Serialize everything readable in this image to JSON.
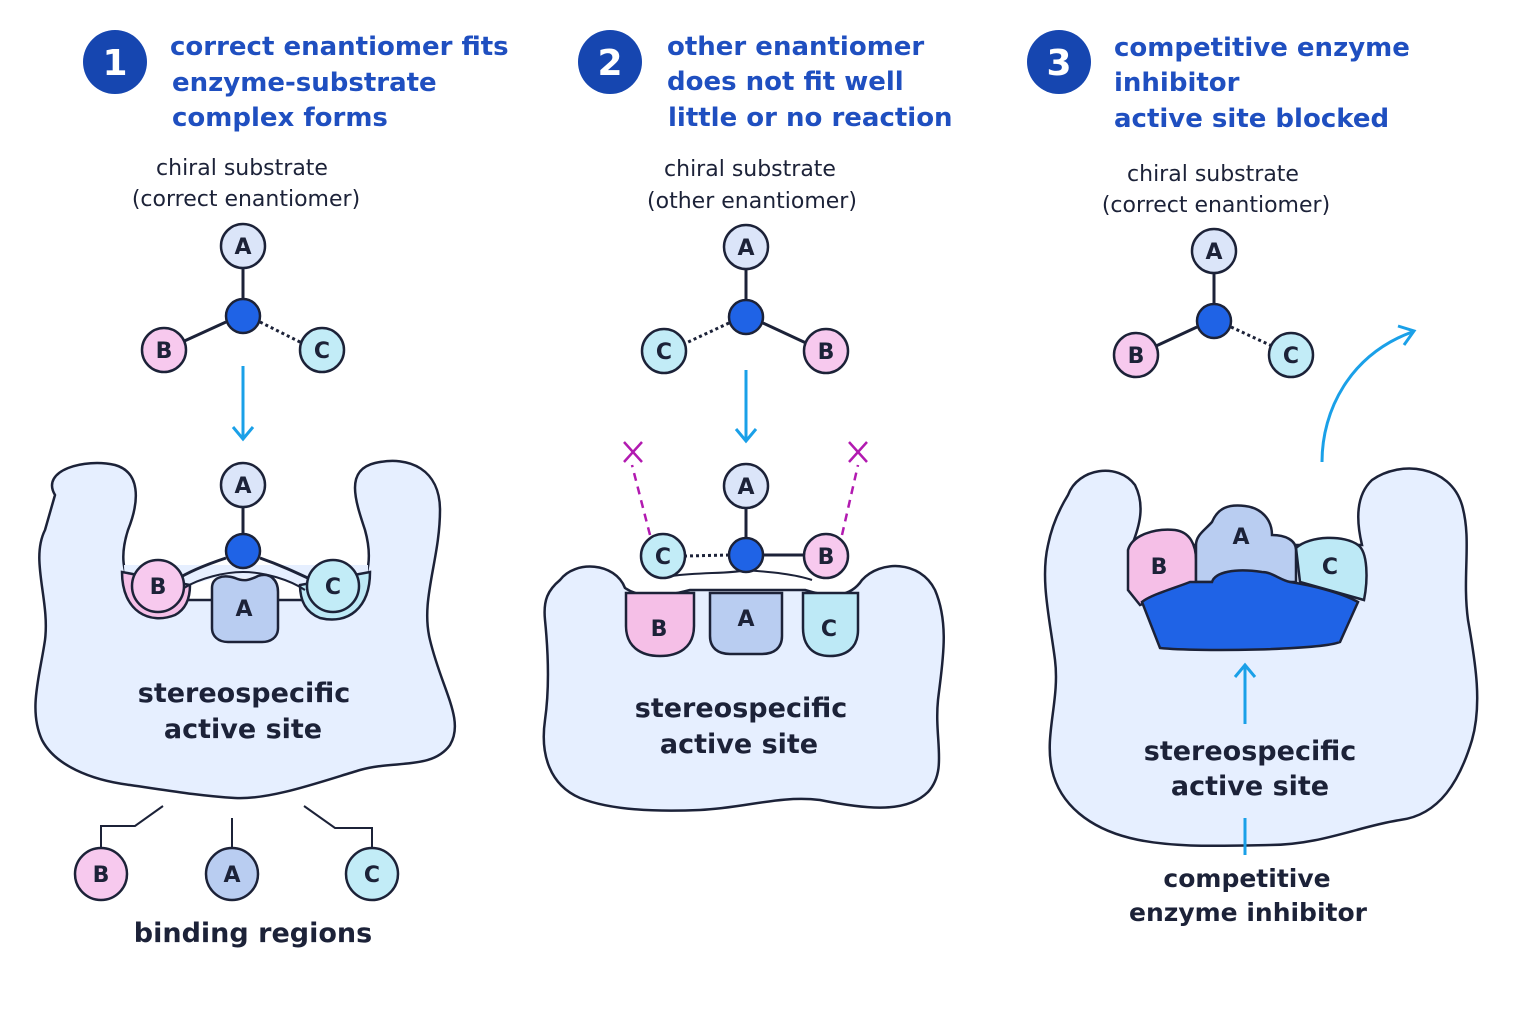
{
  "panels": [
    {
      "number": "1",
      "caption": [
        "correct enantiomer fits",
        "enzyme-substrate",
        "complex forms"
      ],
      "substrate_label": [
        "chiral substrate",
        "(correct enantiomer)"
      ],
      "site_label": [
        "stereospecific",
        "active site"
      ]
    },
    {
      "number": "2",
      "caption": [
        "other enantiomer",
        "does not fit well",
        "little or no reaction"
      ],
      "substrate_label": [
        "chiral substrate",
        "(other enantiomer)"
      ],
      "site_label": [
        "stereospecific",
        "active site"
      ]
    },
    {
      "number": "3",
      "caption": [
        "competitive enzyme",
        "inhibitor",
        "active site blocked"
      ],
      "substrate_label": [
        "chiral substrate",
        "(correct enantiomer)"
      ],
      "site_label": [
        "stereospecific",
        "active site"
      ],
      "inhibitor_label": [
        "competitive",
        "enzyme inhibitor"
      ]
    }
  ],
  "groups": {
    "a": "A",
    "b": "B",
    "c": "C"
  },
  "binding_regions_label": "binding regions",
  "colors": {
    "heading": "#1f4fc0",
    "badge": "#1646b0",
    "chiral_center": "#1f63e6",
    "group_a": "#dbe5f9",
    "group_b": "#f7c9ee",
    "group_c": "#c2ecf7",
    "enzyme": "#e6efff",
    "arrow": "#1aa0e8",
    "mismatch": "#b21ab0",
    "inhibitor": "#1f63e6"
  }
}
